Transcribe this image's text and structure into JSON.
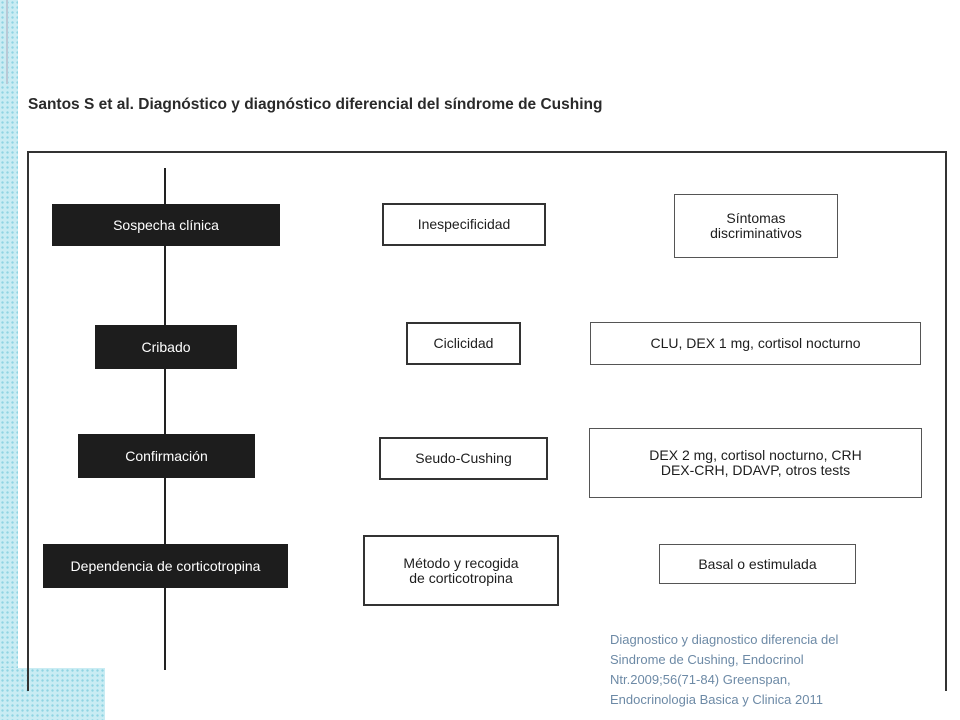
{
  "title": "Santos S et al. Diagnóstico y diagnóstico diferencial del síndrome de Cushing",
  "steps": [
    {
      "label": "Sospecha clínica",
      "issue": [
        "Inespecificidad"
      ],
      "tests": [
        "Síntomas",
        "discriminativos"
      ]
    },
    {
      "label": "Cribado",
      "issue": [
        "Ciclicidad"
      ],
      "tests": [
        "CLU, DEX 1 mg, cortisol nocturno"
      ]
    },
    {
      "label": "Confirmación",
      "issue": [
        "Seudo-Cushing"
      ],
      "tests": [
        "DEX 2 mg, cortisol nocturno, CRH",
        "DEX-CRH, DDAVP, otros tests"
      ]
    },
    {
      "label": "Dependencia de corticotropina",
      "issue": [
        "Método y recogida",
        "de corticotropina"
      ],
      "tests": [
        "Basal o estimulada"
      ]
    }
  ],
  "citation": [
    "Diagnostico y diagnostico diferencia del",
    "Sindrome de Cushing, Endocrinol",
    "Ntr.2009;56(71-84) Greenspan,",
    "Endocrinologia Basica y Clinica 2011"
  ],
  "colors": {
    "box_fill": "#1d1d1d",
    "citation_text": "#6d8aa6",
    "border_band": "#c9ecf3"
  }
}
